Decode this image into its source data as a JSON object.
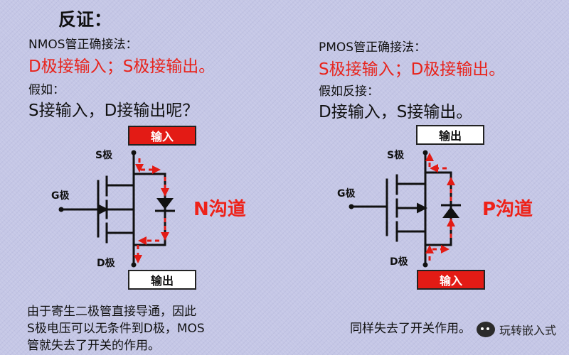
{
  "title": "反证：",
  "left": {
    "caption1": "NMOS管正确接法：",
    "rule": "D极接输入；S极接输出。",
    "caption2": "假如：",
    "question": "S接输入，D接输出呢？",
    "top_box": "输入",
    "bottom_box": "输出",
    "pin_s": "S极",
    "pin_g": "G极",
    "pin_d": "D极",
    "channel": "N沟道",
    "desc_line1": "由于寄生二极管直接导通，因此",
    "desc_line2": "S极电压可以无条件到D极，MOS",
    "desc_line3": "管就失去了开关的作用。"
  },
  "right": {
    "caption1": "PMOS管正确接法：",
    "rule": "S极接输入；D极接输出。",
    "caption2": "假如反接：",
    "question": "D接输入，S接输出。",
    "top_box": "输出",
    "bottom_box": "输入",
    "pin_s": "S极",
    "pin_g": "G极",
    "pin_d": "D极",
    "channel": "P沟道",
    "desc": "同样失去了开关作用。"
  },
  "watermark": "玩转嵌入式",
  "colors": {
    "accent_red": "#e8231b",
    "box_red": "#e31b15",
    "background": "#c5c7e6"
  },
  "icons": {
    "watermark_icon": "wechat-icon"
  }
}
